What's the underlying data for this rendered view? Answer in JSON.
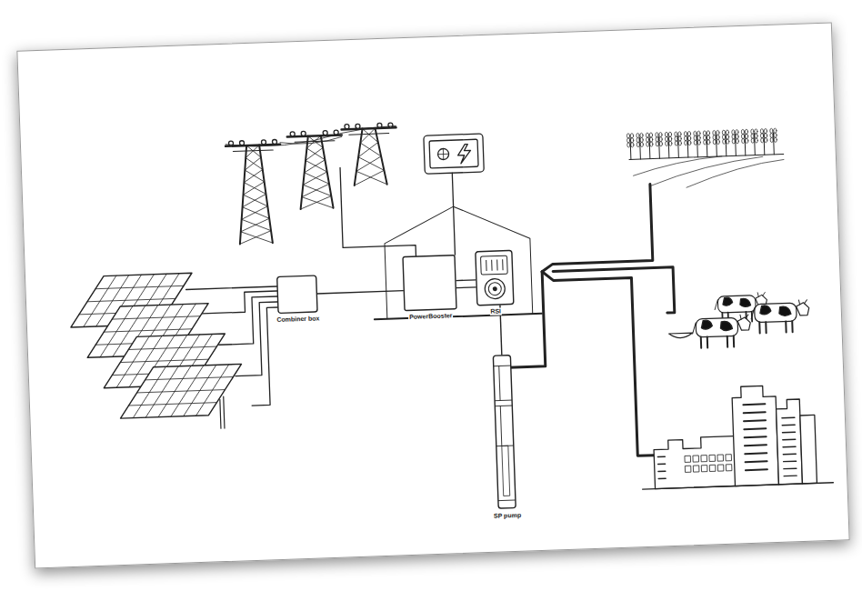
{
  "diagram": {
    "nodes": [
      {
        "text": [
          "Combiner box"
        ]
      },
      {
        "text": [
          "PowerBooster"
        ]
      },
      {
        "text": [
          "RSI"
        ]
      },
      {
        "text": [
          "SP pump"
        ]
      }
    ],
    "edges": [
      {
        "from": 0,
        "to": 1,
        "arrow": "none"
      },
      {
        "from": 1,
        "to": 2,
        "arrow": "none"
      },
      {
        "from": 2,
        "to": 3,
        "arrow": "none"
      }
    ]
  }
}
